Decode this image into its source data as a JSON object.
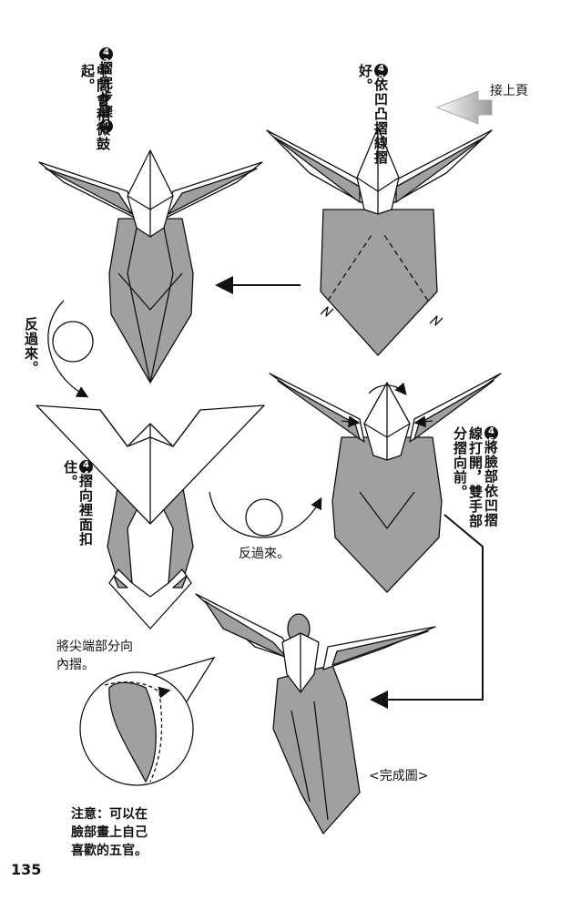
{
  "steps": {
    "s42": {
      "num": "42",
      "text": "依凹凸摺線摺好。"
    },
    "s43": {
      "num": "43",
      "text1": "摺完步驟",
      "num2": "42",
      "text2": "中間會稍微鼓起。"
    },
    "s44": {
      "num": "44",
      "text": "摺向裡面扣住。"
    },
    "s45": {
      "num": "45",
      "text": "將臉部依凹摺線打開，雙手部分摺向前。"
    }
  },
  "labels": {
    "continue": "接上頁",
    "flip1": "反過來。",
    "flip2": "反過來。",
    "tip_fold": "將尖端部分向內摺。",
    "completed": "<完成圖>",
    "note_line1": "注意：可以在",
    "note_line2": "臉部畫上自己",
    "note_line3": "喜歡的五官。"
  },
  "page_number": "135",
  "colors": {
    "paper_gray": "#a0a0a0",
    "line": "#111111",
    "white": "#ffffff"
  }
}
